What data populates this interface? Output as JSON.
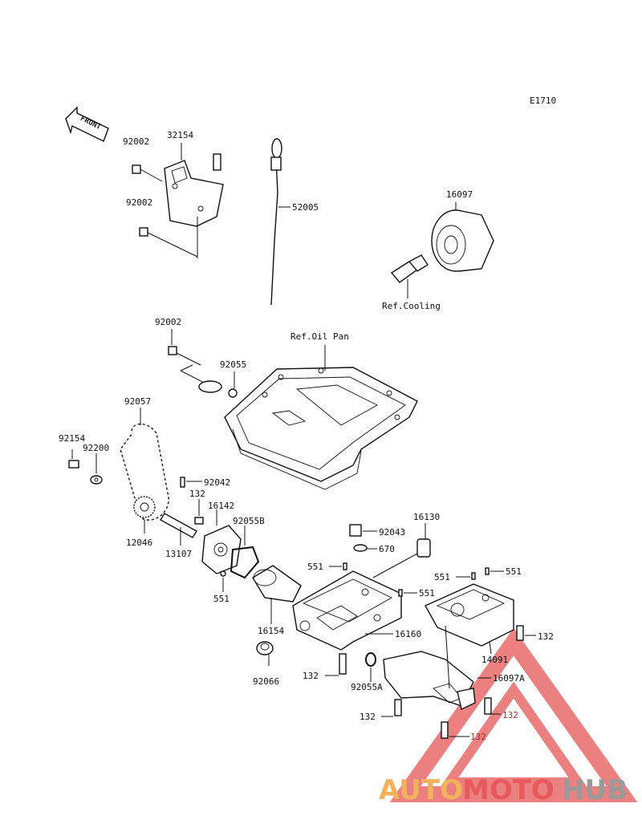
{
  "diagram_code": "E1710",
  "front_label": "FRONT",
  "parts": {
    "p92002a": "92002",
    "p32154": "32154",
    "p92002b": "92002",
    "p52005": "52005",
    "p16097": "16097",
    "ref_cooling": "Ref.Cooling",
    "p92002c": "92002",
    "ref_oil_pan": "Ref.Oil Pan",
    "p92055": "92055",
    "p92057": "92057",
    "p92154": "92154",
    "p92200": "92200",
    "p92042": "92042",
    "p132a": "132",
    "p16142": "16142",
    "p92055b": "92055B",
    "p12046": "12046",
    "p13107": "13107",
    "p551a": "551",
    "p16130": "16130",
    "p92043": "92043",
    "p670": "670",
    "p551b": "551",
    "p551c": "551",
    "p551d": "551",
    "p551e": "551",
    "p16154": "16154",
    "p16160": "16160",
    "p132b": "132",
    "p14091": "14091",
    "p92066": "92066",
    "p132c": "132",
    "p92055a": "92055A",
    "p16097a": "16097A",
    "p132d": "132",
    "p132e": "132",
    "p132f": "132"
  },
  "watermark": {
    "part1": "AUTO",
    "part2": "MOTO",
    "part3": "HUB",
    "color_auto": "#f2b25c",
    "color_moto": "#e8595b",
    "color_hub": "#9a9a9a"
  }
}
